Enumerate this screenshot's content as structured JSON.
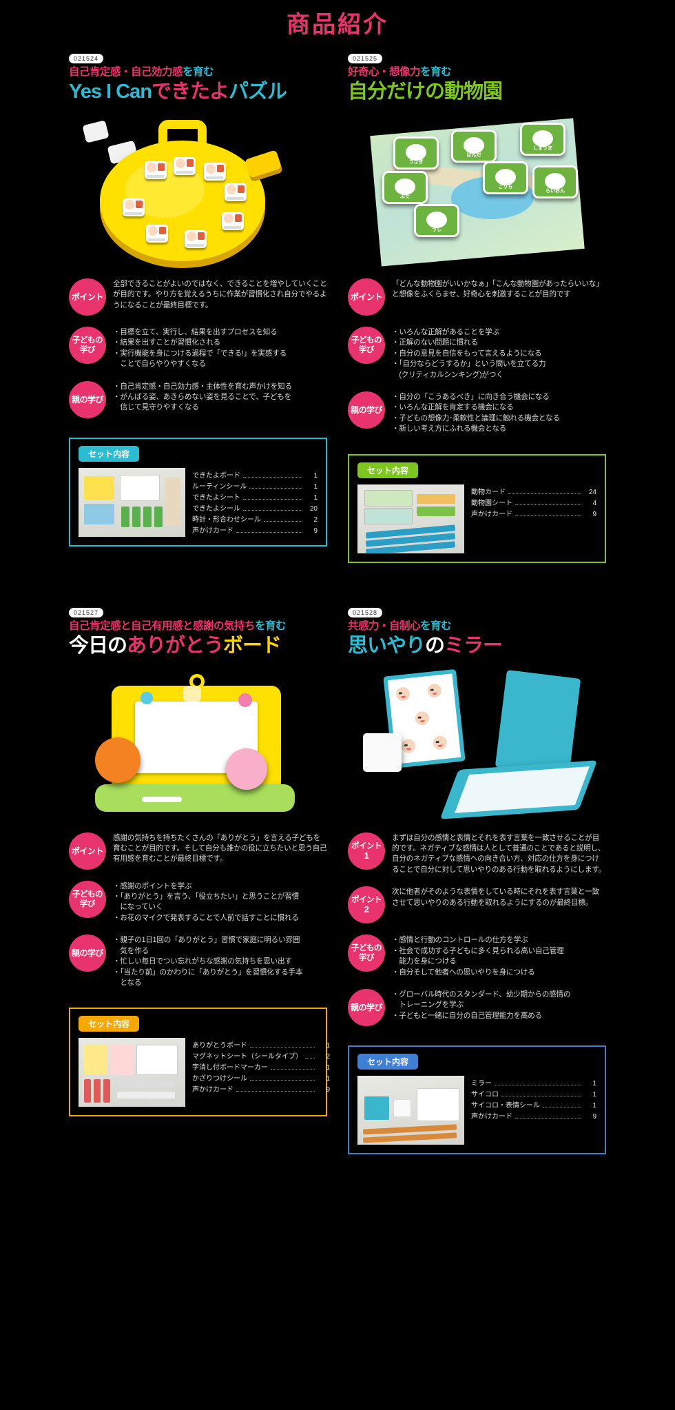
{
  "page": {
    "title": "商品紹介",
    "title_color": "#e8336e",
    "background": "#000000"
  },
  "labels": {
    "set_contents": "セット内容",
    "point": "ポイント",
    "point_1": "ポイント",
    "point_1_num": "1",
    "point_2": "ポイント",
    "point_2_num": "2",
    "child_learning": "子どもの\n学び",
    "child_learning_l1": "子どもの",
    "child_learning_l2": "学び",
    "parent_learning": "親の学び"
  },
  "products": [
    {
      "code": "021524",
      "subtitle_a": "自己肯定感・自己効力感",
      "subtitle_b": "を育む",
      "title_parts": [
        {
          "text": "Yes I Can",
          "color": "cyan"
        },
        {
          "text": "できたよ",
          "color": "pink"
        },
        {
          "text": "パズル",
          "color": "cyan"
        }
      ],
      "accent": "#2bbcd4",
      "sections": [
        {
          "badge": "ポイント",
          "text": "全部できることがよいのではなく、できることを増やしていくことが目的です。やり方を覚えるうちに作業が習慣化され自分でやるようになることが最終目標です。"
        },
        {
          "badge_l1": "子どもの",
          "badge_l2": "学び",
          "text": "・目標を立て、実行し、結果を出すプロセスを知る\n・結果を出すことが習慣化される\n・実行機能を身につける過程で「できる!」を実感する\n　ことで自らやりやすくなる"
        },
        {
          "badge": "親の学び",
          "text": "・自己肯定感・自己効力感・主体性を育む声かけを知る\n・がんばる姿、あきらめない姿を見ることで、子どもを\n　信じて見守りやすくなる"
        }
      ],
      "set_contents": [
        {
          "name": "できたよボード",
          "qty": "1"
        },
        {
          "name": "ルーティンシール",
          "qty": "1"
        },
        {
          "name": "できたよシート",
          "qty": "1"
        },
        {
          "name": "できたよシール",
          "qty": "20"
        },
        {
          "name": "時計・形合わせシール",
          "qty": "2"
        },
        {
          "name": "声かけカード",
          "qty": "9"
        }
      ]
    },
    {
      "code": "021525",
      "subtitle_a": "好奇心・想像力",
      "subtitle_b": "を育む",
      "title_parts": [
        {
          "text": "自分だけの動物園",
          "color": "green"
        }
      ],
      "accent": "#7ec520",
      "sections": [
        {
          "badge": "ポイント",
          "text": "「どんな動物園がいいかなぁ」「こんな動物園があったらいいな」と想像をふくらませ、好奇心を刺激することが目的です"
        },
        {
          "badge_l1": "子どもの",
          "badge_l2": "学び",
          "text": "・いろんな正解があることを学ぶ\n・正解のない問題に慣れる\n・自分の意見を自信をもって言えるようになる\n・「自分ならどうするか」という問いを立てる力\n　(クリティカルシンキング)がつく"
        },
        {
          "badge": "親の学び",
          "text": "・自分の「こうあるべき」に向き合う機会になる\n・いろんな正解を肯定する機会になる\n・子どもの想像力･柔軟性と論理に触れる機会となる\n・新しい考え方にふれる機会となる"
        }
      ],
      "set_contents": [
        {
          "name": "動物カード",
          "qty": "24"
        },
        {
          "name": "動物園シート",
          "qty": "4"
        },
        {
          "name": "声かけカード",
          "qty": "9"
        }
      ]
    },
    {
      "code": "021527",
      "subtitle_a": "自己肯定感と自己有用感と感謝の気持ち",
      "subtitle_b": "を育む",
      "title_parts": [
        {
          "text": "今日の",
          "color": "white"
        },
        {
          "text": "ありがとう",
          "color": "pink"
        },
        {
          "text": "ボード",
          "color": "yellow"
        }
      ],
      "accent": "#f5a800",
      "sections": [
        {
          "badge": "ポイント",
          "text": "感謝の気持ちを持ちたくさんの「ありがとう」を言える子どもを育むことが目的です。そして自分も誰かの役に立ちたいと思う自己有用感を育むことが最終目標です。"
        },
        {
          "badge_l1": "子どもの",
          "badge_l2": "学び",
          "text": "・感謝のポイントを学ぶ\n・「ありがとう」を言う、「役立ちたい」と思うことが習慣\n　になっていく\n・お花のマイクで発表することで人前で話すことに慣れる"
        },
        {
          "badge": "親の学び",
          "text": "・親子の1日1回の「ありがとう」習慣で家庭に明るい雰囲\n　気を作る\n・忙しい毎日でつい忘れがちな感謝の気持ちを思い出す\n・「当たり前」のかわりに「ありがとう」を習慣化する手本\n　となる"
        }
      ],
      "set_contents": [
        {
          "name": "ありがとうボード",
          "qty": "1"
        },
        {
          "name": "マグネットシート（シールタイプ）",
          "qty": "2"
        },
        {
          "name": "字消し付ボードマーカー",
          "qty": "1"
        },
        {
          "name": "かざりつけシール",
          "qty": "1"
        },
        {
          "name": "声かけカード",
          "qty": "9"
        }
      ]
    },
    {
      "code": "021528",
      "subtitle_a": "共感力・自制心",
      "subtitle_b": "を育む",
      "title_parts": [
        {
          "text": "思いやり",
          "color": "cyan"
        },
        {
          "text": "の",
          "color": "white"
        },
        {
          "text": "ミラー",
          "color": "pink"
        }
      ],
      "accent": "#3f7fd4",
      "sections": [
        {
          "badge": "ポイント",
          "badge_num": "1",
          "text": "まずは自分の感情と表情とそれを表す言葉を一致させることが目的です。ネガティブな感情は人として普通のことであると説明し、自分のネガティブな感情への向き合い方、対応の仕方を身につけることで自分に対して思いやりのある行動を取れるようにします。"
        },
        {
          "badge": "ポイント",
          "badge_num": "2",
          "text": "次に他者がそのような表情をしている時にそれを表す言葉と一致させて思いやりのある行動を取れるようにするのが最終目標。"
        },
        {
          "badge_l1": "子どもの",
          "badge_l2": "学び",
          "text": "・感情と行動のコントロールの仕方を学ぶ\n・社会で成功する子どもに多く見られる高い自己管理\n　能力を身につける\n・自分そして他者への思いやりを身につける"
        },
        {
          "badge": "親の学び",
          "text": "・グローバル時代のスタンダード、幼少期からの感情の\n　トレーニングを学ぶ\n・子どもと一緒に自分の自己管理能力を高める"
        }
      ],
      "set_contents": [
        {
          "name": "ミラー",
          "qty": "1"
        },
        {
          "name": "サイコロ",
          "qty": "1"
        },
        {
          "name": "サイコロ・表情シール",
          "qty": "1"
        },
        {
          "name": "声かけカード",
          "qty": "9"
        }
      ]
    }
  ]
}
